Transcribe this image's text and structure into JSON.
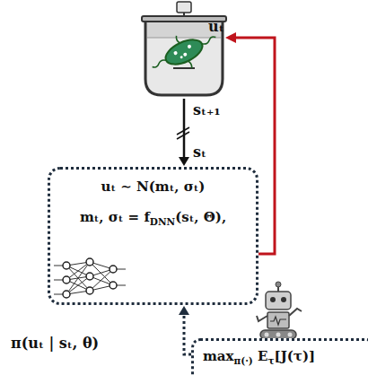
{
  "diagram": {
    "nodes": [
      {
        "text": [
          "uₜ ∼ N(mₜ, σₜ)",
          "mₜ, σₜ = fDNN(sₜ, Θ),"
        ]
      },
      {
        "text": [
          "maxπ(·) Eτ[J(τ)]"
        ]
      }
    ],
    "edges": [
      {
        "from": 1,
        "to": 0,
        "arrow": "to"
      }
    ],
    "labels": [
      "uₜ",
      "sₜ₊₁",
      "sₜ",
      "π(uₜ | sₜ, θ)"
    ]
  }
}
